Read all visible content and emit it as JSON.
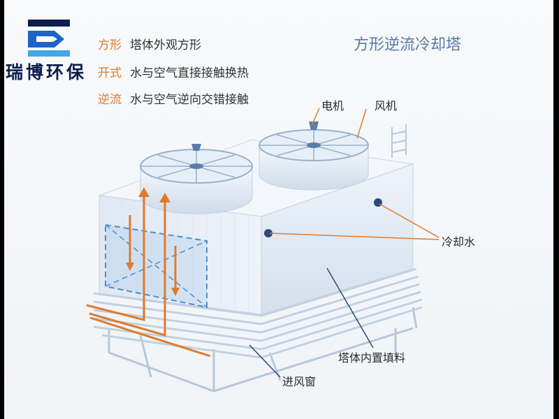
{
  "brand": {
    "name": "瑞博环保",
    "colors": {
      "navy": "#0d1d4d",
      "blue": "#1e63c6",
      "cyan": "#3fa9e6"
    }
  },
  "features": [
    {
      "key": "方形",
      "value": "塔体外观方形"
    },
    {
      "key": "开式",
      "value": "水与空气直接接触换热"
    },
    {
      "key": "逆流",
      "value": "水与空气逆向交错接触"
    }
  ],
  "title": "方形逆流冷却塔",
  "labels": {
    "motor": "电机",
    "fan": "风机",
    "cooling_water": "冷却水",
    "fill": "塔体内置填料",
    "air_inlet": "进风窗"
  },
  "colors": {
    "accent": "#e07a2c",
    "title": "#5579a6",
    "tower": "#e3ecf6",
    "fan_guard": "#9ab0c8"
  }
}
